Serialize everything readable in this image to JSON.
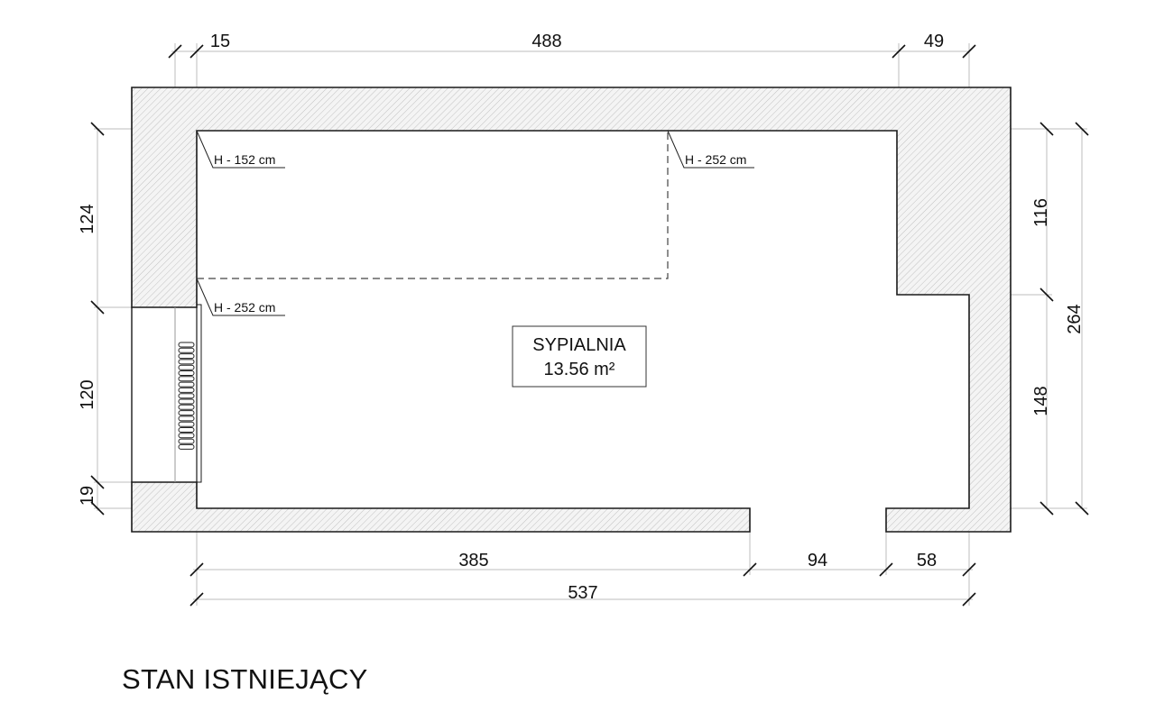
{
  "title": "STAN ISTNIEJĄCY",
  "room": {
    "name": "SYPIALNIA",
    "area": "13.56 m²"
  },
  "heights": {
    "h1": "H - 152 cm",
    "h2": "H - 252 cm",
    "h3": "H - 252 cm"
  },
  "dims": {
    "top_left": "15",
    "top_mid": "488",
    "top_right": "49",
    "left_top": "124",
    "left_mid": "120",
    "left_bot": "19",
    "right_top": "116",
    "right_bot": "148",
    "right_total": "264",
    "bot_left": "385",
    "bot_mid": "94",
    "bot_right": "58",
    "bot_total": "537"
  }
}
